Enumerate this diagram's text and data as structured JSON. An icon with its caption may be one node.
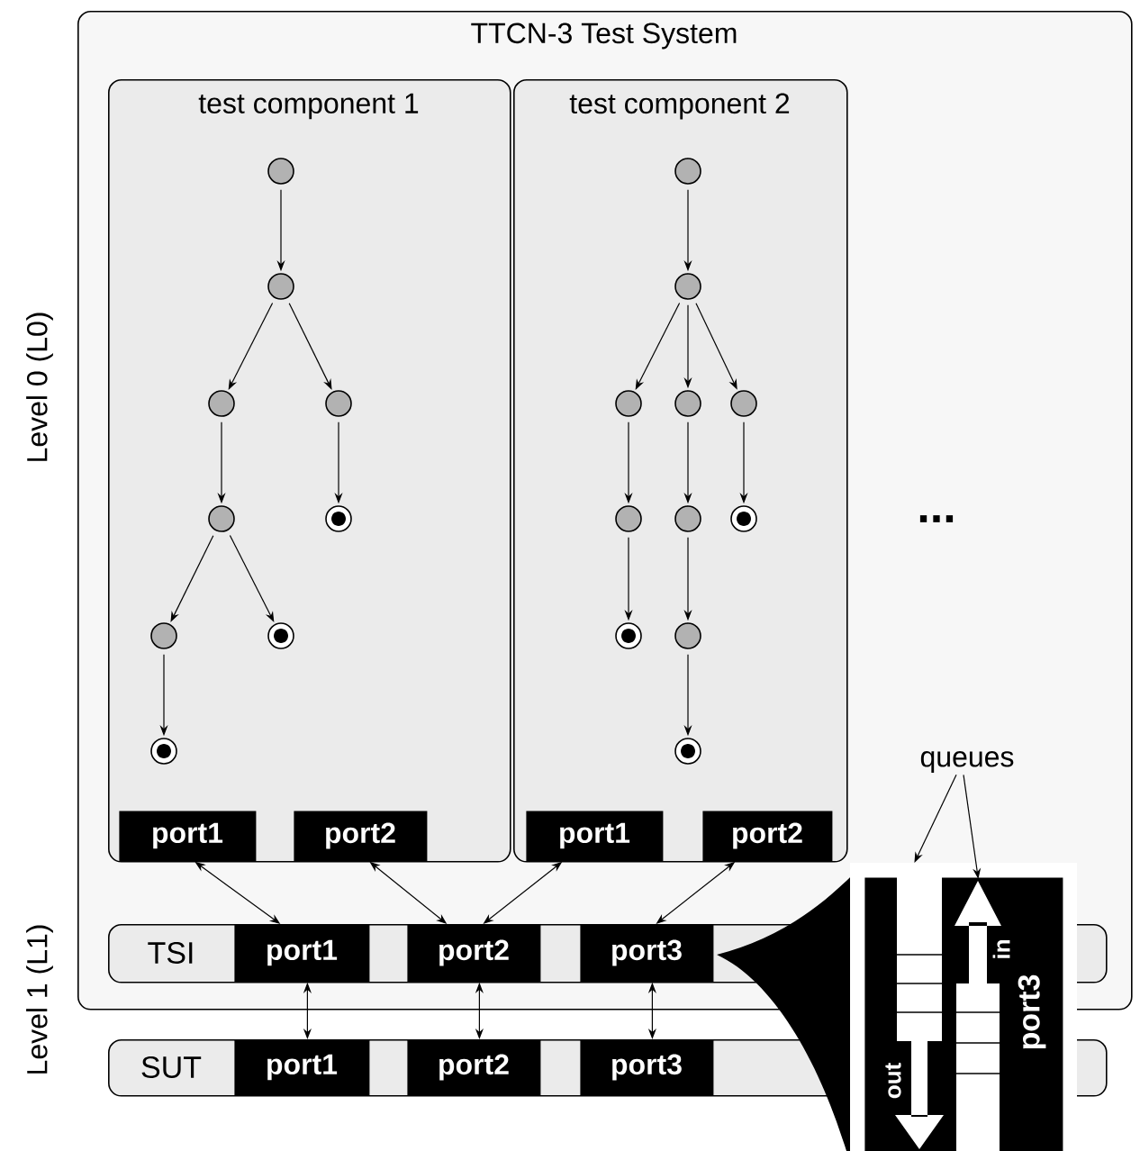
{
  "diagram": {
    "nodes": [
      {
        "text": [
          "TTCN-3 Test System"
        ]
      },
      {
        "text": [
          "test component 1"
        ],
        "in": 0
      },
      {
        "text": [],
        "shape": "circle",
        "in": 1
      },
      {
        "text": [],
        "shape": "circle",
        "in": 1
      },
      {
        "text": [],
        "shape": "circle",
        "in": 1
      },
      {
        "text": [],
        "shape": "circle",
        "in": 1
      },
      {
        "text": [],
        "shape": "circle",
        "in": 1
      },
      {
        "text": [],
        "shape": "bullseye",
        "in": 1
      },
      {
        "text": [],
        "shape": "circle",
        "in": 1
      },
      {
        "text": [],
        "shape": "bullseye",
        "in": 1
      },
      {
        "text": [],
        "shape": "bullseye",
        "in": 1
      },
      {
        "text": [
          "port1"
        ],
        "in": 1
      },
      {
        "text": [
          "port2"
        ],
        "in": 1
      },
      {
        "text": [
          "test component 2"
        ],
        "in": 0
      },
      {
        "text": [],
        "shape": "circle",
        "in": 13
      },
      {
        "text": [],
        "shape": "circle",
        "in": 13
      },
      {
        "text": [],
        "shape": "circle",
        "in": 13
      },
      {
        "text": [],
        "shape": "circle",
        "in": 13
      },
      {
        "text": [],
        "shape": "circle",
        "in": 13
      },
      {
        "text": [],
        "shape": "circle",
        "in": 13
      },
      {
        "text": [],
        "shape": "circle",
        "in": 13
      },
      {
        "text": [],
        "shape": "bullseye",
        "in": 13
      },
      {
        "text": [],
        "shape": "bullseye",
        "in": 13
      },
      {
        "text": [],
        "shape": "circle",
        "in": 13
      },
      {
        "text": [],
        "shape": "bullseye",
        "in": 13
      },
      {
        "text": [
          "port1"
        ],
        "in": 13
      },
      {
        "text": [
          "port2"
        ],
        "in": 13
      },
      {
        "text": [
          "TSI"
        ],
        "in": 0
      },
      {
        "text": [
          "port1"
        ],
        "in": 27
      },
      {
        "text": [
          "port2"
        ],
        "in": 27
      },
      {
        "text": [
          "port3"
        ],
        "in": 27
      },
      {
        "text": [
          "SUT"
        ]
      },
      {
        "text": [
          "port1"
        ],
        "in": 31
      },
      {
        "text": [
          "port2"
        ],
        "in": 31
      },
      {
        "text": [
          "port3"
        ],
        "in": 31
      },
      {
        "text": [
          "queues"
        ],
        "in": 0
      },
      {
        "text": [
          "port3"
        ]
      },
      {
        "text": [],
        "shape": "box",
        "in": 36
      },
      {
        "text": [],
        "shape": "box",
        "in": 36
      }
    ],
    "edges": [
      {
        "from": 2,
        "to": 3,
        "arrow": "to"
      },
      {
        "from": 3,
        "to": 4,
        "arrow": "to"
      },
      {
        "from": 3,
        "to": 5,
        "arrow": "to"
      },
      {
        "from": 4,
        "to": 6,
        "arrow": "to"
      },
      {
        "from": 5,
        "to": 7,
        "arrow": "to"
      },
      {
        "from": 6,
        "to": 8,
        "arrow": "to"
      },
      {
        "from": 6,
        "to": 9,
        "arrow": "to"
      },
      {
        "from": 8,
        "to": 10,
        "arrow": "to"
      },
      {
        "from": 14,
        "to": 15,
        "arrow": "to"
      },
      {
        "from": 15,
        "to": 16,
        "arrow": "to"
      },
      {
        "from": 15,
        "to": 17,
        "arrow": "to"
      },
      {
        "from": 15,
        "to": 18,
        "arrow": "to"
      },
      {
        "from": 16,
        "to": 19,
        "arrow": "to"
      },
      {
        "from": 17,
        "to": 20,
        "arrow": "to"
      },
      {
        "from": 18,
        "to": 21,
        "arrow": "to"
      },
      {
        "from": 19,
        "to": 22,
        "arrow": "to"
      },
      {
        "from": 20,
        "to": 23,
        "arrow": "to"
      },
      {
        "from": 23,
        "to": 24,
        "arrow": "to"
      },
      {
        "from": 11,
        "to": 28,
        "arrow": "both"
      },
      {
        "from": 12,
        "to": 29,
        "arrow": "both"
      },
      {
        "from": 25,
        "to": 29,
        "arrow": "both"
      },
      {
        "from": 26,
        "to": 30,
        "arrow": "both"
      },
      {
        "from": 28,
        "to": 32,
        "arrow": "both"
      },
      {
        "from": 29,
        "to": 33,
        "arrow": "both"
      },
      {
        "from": 30,
        "to": 34,
        "arrow": "both"
      },
      {
        "from": 35,
        "to": 37,
        "arrow": "to"
      },
      {
        "from": 35,
        "to": 38,
        "arrow": "to"
      }
    ],
    "labels": [
      "Level 0 (L0)",
      "Level 1 (L1)",
      "...",
      "out",
      "in"
    ]
  }
}
